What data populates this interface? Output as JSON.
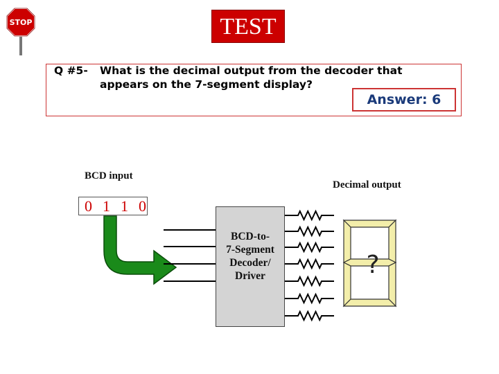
{
  "banner": {
    "title": "TEST"
  },
  "stop_sign": {
    "text": "STOP",
    "color": "#cc0000"
  },
  "question": {
    "number": "Q #5-",
    "line1": "What is the decimal output from the decoder that",
    "line2": "appears on the 7-segment display?"
  },
  "answer": {
    "text": "Answer: 6"
  },
  "diagram": {
    "bcd_input_label": "BCD input",
    "bcd_bits": [
      "0",
      "1",
      "1",
      "0"
    ],
    "decoder_label": "BCD-to-\n7-Segment\nDecoder/\nDriver",
    "decimal_output_label": "Decimal output",
    "display_value": "?",
    "arrow_color": "#1a8a1a",
    "segment_color": "#f3eeaa"
  }
}
